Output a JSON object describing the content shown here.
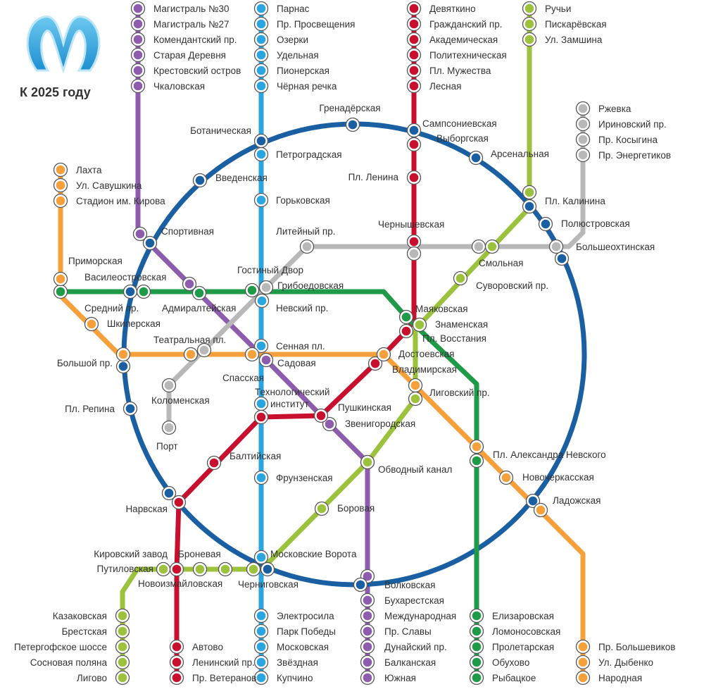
{
  "title": "К 2025 году",
  "logo": {
    "icon": "metro-logo-icon",
    "color": "#2aa5e0"
  },
  "lines": [
    {
      "id": "purple",
      "color": "#8d5cad",
      "stations": [
        "Магистраль №30",
        "Магистраль №27",
        "Комендантский пр.",
        "Старая Деревня",
        "Крестовский остров",
        "Чкаловская",
        "Спортивная",
        "Адмиралтейская",
        "Садовая",
        "Звенигородская",
        "Обводный канал",
        "Волковская",
        "Бухарестская",
        "Международная",
        "Пр. Славы",
        "Дунайский пр.",
        "Балканская",
        "Южная"
      ]
    },
    {
      "id": "blue",
      "color": "#2aa5e0",
      "stations": [
        "Парнас",
        "Пр. Просвещения",
        "Озерки",
        "Удельная",
        "Пионерская",
        "Чёрная речка",
        "Петроградская",
        "Горьковская",
        "Невский пр.",
        "Сенная пл.",
        "Технологический институт",
        "Фрунзенская",
        "Московские Ворота",
        "Электросила",
        "Парк Победы",
        "Московская",
        "Звёздная",
        "Купчино"
      ]
    },
    {
      "id": "ring",
      "color": "#1b5fa3",
      "stations": [
        "Ботаническая",
        "Гренадёрская",
        "Сампсониевская",
        "Арсенальная",
        "Пл. Калинина",
        "Полюстровская",
        "Большеохтинская",
        "Ладожская",
        "Волковская",
        "Черниговская",
        "Нарвская",
        "Пл. Репина",
        "Большой пр.",
        "Средний пр.",
        "Спортивная",
        "Введенская"
      ]
    },
    {
      "id": "red",
      "color": "#c8102e",
      "stations": [
        "Девяткино",
        "Гражданский пр.",
        "Академическая",
        "Политехническая",
        "Пл. Мужества",
        "Лесная",
        "Выборгская",
        "Пл. Ленина",
        "Чернышевская",
        "Пл. Восстания",
        "Владимирская",
        "Пушкинская",
        "Технологический институт",
        "Балтийская",
        "Нарвская",
        "Кировский завод",
        "Автово",
        "Ленинский пр.",
        "Пр. Ветеранов"
      ]
    },
    {
      "id": "green",
      "color": "#1f9a48",
      "stations": [
        "Приморская",
        "Василеостровская",
        "Адмиралтейская",
        "Гостиный Двор",
        "Маяковская",
        "Пл. Александра Невского",
        "Елизаровская",
        "Ломоносовская",
        "Пролетарская",
        "Обухово",
        "Рыбацкое"
      ]
    },
    {
      "id": "orange",
      "color": "#f5a03a",
      "stations": [
        "Лахта",
        "Ул. Савушкина",
        "Стадион им. Кирова",
        "Приморская",
        "Шкиперская",
        "Большой пр.",
        "Театральная пл.",
        "Спасская",
        "Достоевская",
        "Лиговский пр.",
        "Пл. Александра Невского",
        "Новочеркасская",
        "Ладожская",
        "Пр. Большевиков",
        "Ул. Дыбенко",
        "Народная"
      ]
    },
    {
      "id": "lightgreen",
      "color": "#9cc23d",
      "stations": [
        "Ручьи",
        "Пискарёвская",
        "Ул. Замшина",
        "Пл. Калинина",
        "Смольная",
        "Суворовский пр.",
        "Знаменская",
        "Лиговский пр.",
        "Обводный канал",
        "Боровая",
        "Московские Ворота",
        "Новоизмайловская",
        "Броневая",
        "Путиловская",
        "Казаковская",
        "Брестская",
        "Петергофское шоссе",
        "Сосновая поляна",
        "Лигово"
      ]
    },
    {
      "id": "grey",
      "color": "#b8b8b8",
      "stations": [
        "Ржевка",
        "Ириновский пр.",
        "Пр. Косыгина",
        "Пр. Энергетиков",
        "Большеохтинская",
        "Смольная",
        "Чернышевская",
        "Литейный пр.",
        "Грибоедовская",
        "Театральная пл.",
        "Коломенская",
        "Порт"
      ]
    }
  ]
}
